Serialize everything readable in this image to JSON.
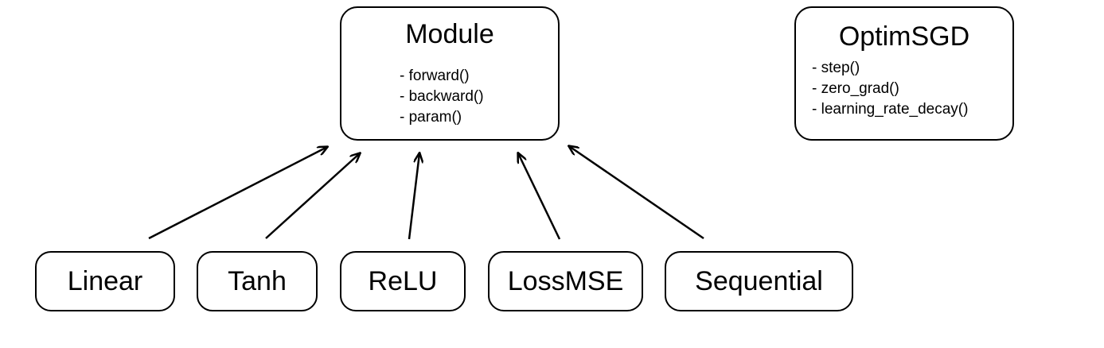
{
  "module": {
    "title": "Module",
    "methods": [
      "- forward()",
      "- backward()",
      "- param()"
    ]
  },
  "optim": {
    "title": "OptimSGD",
    "methods": [
      "- step()",
      "- zero_grad()",
      "- learning_rate_decay()"
    ]
  },
  "subclasses": [
    {
      "label": "Linear"
    },
    {
      "label": "Tanh"
    },
    {
      "label": "ReLU"
    },
    {
      "label": "LossMSE"
    },
    {
      "label": "Sequential"
    }
  ],
  "arrows": [
    {
      "from": "Linear",
      "to": "Module"
    },
    {
      "from": "Tanh",
      "to": "Module"
    },
    {
      "from": "ReLU",
      "to": "Module"
    },
    {
      "from": "LossMSE",
      "to": "Module"
    },
    {
      "from": "Sequential",
      "to": "Module"
    }
  ],
  "colors": {
    "stroke": "#000000",
    "background": "#ffffff"
  }
}
